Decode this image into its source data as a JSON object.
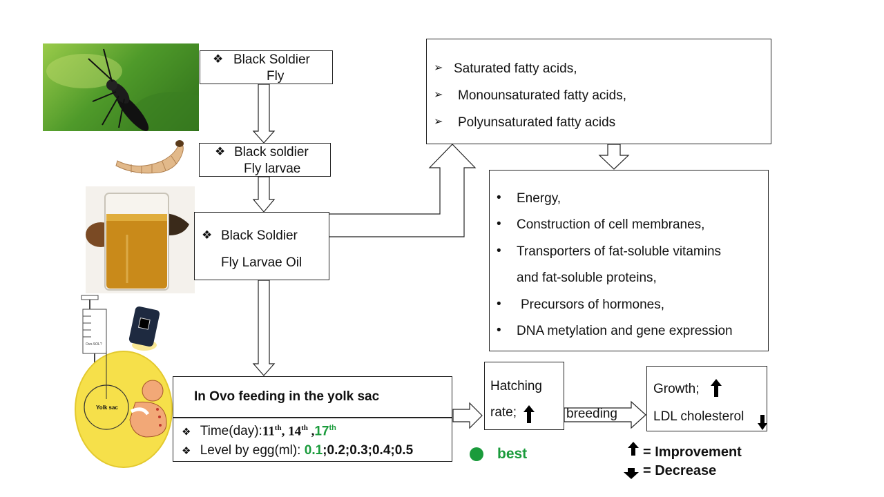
{
  "pipeline": {
    "bsf_line1": "Black Soldier",
    "bsf_line2": "Fly",
    "larvae_line1": "Black soldier",
    "larvae_line2": "Fly larvae",
    "oil_line1": "Black Soldier",
    "oil_line2": "Fly Larvae Oil"
  },
  "fatty_acids": [
    "Saturated fatty acids,",
    "Monounsaturated fatty acids,",
    "Polyunsaturated fatty acids"
  ],
  "functions": [
    "Energy,",
    "Construction of cell membranes,",
    "Transporters of fat-soluble vitamins",
    "and fat-soluble proteins,",
    "Precursors of hormones,",
    "DNA metylation and gene expression"
  ],
  "in_ovo": {
    "title": "In Ovo feeding in the yolk sac",
    "time_label": "Time(day):",
    "time_values": [
      {
        "num": "11",
        "sup": "th",
        "sep": ", "
      },
      {
        "num": "14",
        "sup": "th",
        "sep": " ,"
      },
      {
        "num": "17",
        "sup": "th",
        "sep": ""
      }
    ],
    "level_label": "Level by egg(ml): ",
    "level_best": "0.1",
    "level_rest": ";0.2;0.3;0.4;0.5"
  },
  "egg": {
    "yolk_label": "Yolk sac",
    "syringe_label": "Ovo-SOL?"
  },
  "outcomes": {
    "hatching_line1": "Hatching",
    "hatching_line2": "rate;",
    "breeding": "breeding",
    "growth": "Growth;",
    "ldl": "LDL cholesterol"
  },
  "legend": {
    "best": "best",
    "improvement": "= Improvement",
    "decrease": "= Decrease"
  },
  "colors": {
    "best_green": "#1a9b3b",
    "egg_yellow": "#f6e04a",
    "oil_amber": "#c98a1a"
  },
  "icons": [
    "diamond-bullet-icon",
    "arrow-bullet-icon",
    "dot-bullet-icon",
    "up-arrow-icon",
    "down-arrow-icon",
    "fly-image",
    "larva-image",
    "oil-beaker-image",
    "syringe-image",
    "flashlight-image",
    "egg-embryo-image"
  ]
}
